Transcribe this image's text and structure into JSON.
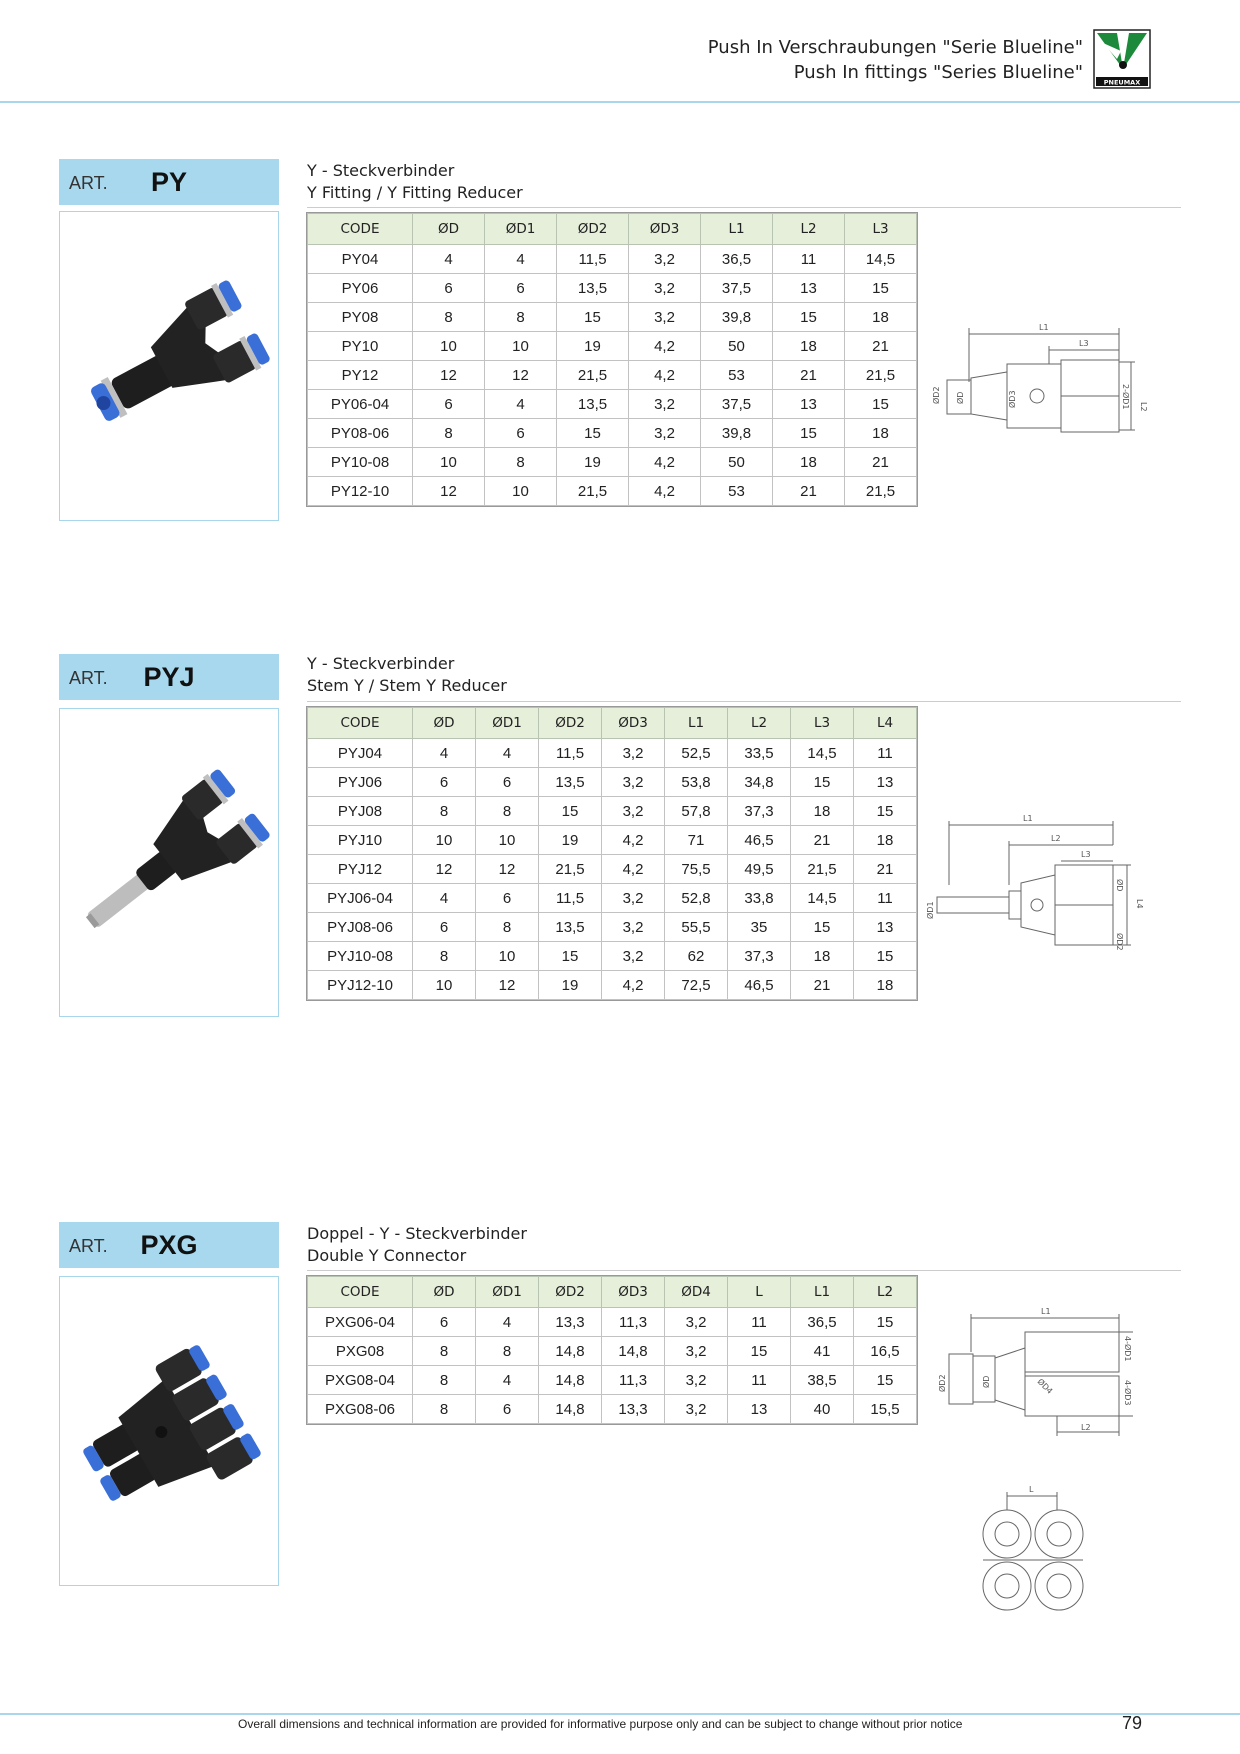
{
  "header": {
    "title_de": "Push In Verschraubungen \"Serie Blueline\"",
    "title_en": "Push In fittings \"Series Blueline\"",
    "logo_text": "PNEUMAX",
    "colors": {
      "accent": "#a7d8ee",
      "table_header": "#e6efd9",
      "part_blue": "#3a6fd8",
      "part_black": "#1e1e1e"
    }
  },
  "sections": [
    {
      "art_label": "ART.",
      "art_code": "PY",
      "title_de": "Y - Steckverbinder",
      "title_en": "Y Fitting / Y Fitting Reducer",
      "columns": [
        "CODE",
        "ØD",
        "ØD1",
        "ØD2",
        "ØD3",
        "L1",
        "L2",
        "L3"
      ],
      "rows": [
        [
          "PY04",
          "4",
          "4",
          "11,5",
          "3,2",
          "36,5",
          "11",
          "14,5"
        ],
        [
          "PY06",
          "6",
          "6",
          "13,5",
          "3,2",
          "37,5",
          "13",
          "15"
        ],
        [
          "PY08",
          "8",
          "8",
          "15",
          "3,2",
          "39,8",
          "15",
          "18"
        ],
        [
          "PY10",
          "10",
          "10",
          "19",
          "4,2",
          "50",
          "18",
          "21"
        ],
        [
          "PY12",
          "12",
          "12",
          "21,5",
          "4,2",
          "53",
          "21",
          "21,5"
        ],
        [
          "PY06-04",
          "6",
          "4",
          "13,5",
          "3,2",
          "37,5",
          "13",
          "15"
        ],
        [
          "PY08-06",
          "8",
          "6",
          "15",
          "3,2",
          "39,8",
          "15",
          "18"
        ],
        [
          "PY10-08",
          "10",
          "8",
          "19",
          "4,2",
          "50",
          "18",
          "21"
        ],
        [
          "PY12-10",
          "12",
          "10",
          "21,5",
          "4,2",
          "53",
          "21",
          "21,5"
        ]
      ],
      "drawing_labels": [
        "L1",
        "L3",
        "2-ØD1",
        "L2",
        "ØD2",
        "ØD",
        "ØD3"
      ]
    },
    {
      "art_label": "ART.",
      "art_code": "PYJ",
      "title_de": "Y - Steckverbinder",
      "title_en": "Stem Y / Stem Y Reducer",
      "columns": [
        "CODE",
        "ØD",
        "ØD1",
        "ØD2",
        "ØD3",
        "L1",
        "L2",
        "L3",
        "L4"
      ],
      "rows": [
        [
          "PYJ04",
          "4",
          "4",
          "11,5",
          "3,2",
          "52,5",
          "33,5",
          "14,5",
          "11"
        ],
        [
          "PYJ06",
          "6",
          "6",
          "13,5",
          "3,2",
          "53,8",
          "34,8",
          "15",
          "13"
        ],
        [
          "PYJ08",
          "8",
          "8",
          "15",
          "3,2",
          "57,8",
          "37,3",
          "18",
          "15"
        ],
        [
          "PYJ10",
          "10",
          "10",
          "19",
          "4,2",
          "71",
          "46,5",
          "21",
          "18"
        ],
        [
          "PYJ12",
          "12",
          "12",
          "21,5",
          "4,2",
          "75,5",
          "49,5",
          "21,5",
          "21"
        ],
        [
          "PYJ06-04",
          "4",
          "6",
          "11,5",
          "3,2",
          "52,8",
          "33,8",
          "14,5",
          "11"
        ],
        [
          "PYJ08-06",
          "6",
          "8",
          "13,5",
          "3,2",
          "55,5",
          "35",
          "15",
          "13"
        ],
        [
          "PYJ10-08",
          "8",
          "10",
          "15",
          "3,2",
          "62",
          "37,3",
          "18",
          "15"
        ],
        [
          "PYJ12-10",
          "10",
          "12",
          "19",
          "4,2",
          "72,5",
          "46,5",
          "21",
          "18"
        ]
      ],
      "drawing_labels": [
        "L1",
        "L2",
        "L3",
        "ØD1",
        "ØD",
        "L4",
        "ØD2"
      ]
    },
    {
      "art_label": "ART.",
      "art_code": "PXG",
      "title_de": "Doppel - Y - Steckverbinder",
      "title_en": "Double Y Connector",
      "columns": [
        "CODE",
        "ØD",
        "ØD1",
        "ØD2",
        "ØD3",
        "ØD4",
        "L",
        "L1",
        "L2"
      ],
      "rows": [
        [
          "PXG06-04",
          "6",
          "4",
          "13,3",
          "11,3",
          "3,2",
          "11",
          "36,5",
          "15"
        ],
        [
          "PXG08",
          "8",
          "8",
          "14,8",
          "14,8",
          "3,2",
          "15",
          "41",
          "16,5"
        ],
        [
          "PXG08-04",
          "8",
          "4",
          "14,8",
          "11,3",
          "3,2",
          "11",
          "38,5",
          "15"
        ],
        [
          "PXG08-06",
          "8",
          "6",
          "14,8",
          "13,3",
          "3,2",
          "13",
          "40",
          "15,5"
        ]
      ],
      "drawing_labels": [
        "L1",
        "4-ØD1",
        "ØD2",
        "ØD",
        "ØD4",
        "4-ØD3",
        "L2",
        "L"
      ]
    }
  ],
  "footer": {
    "note": "Overall dimensions and technical information are provided for informative purpose only and can be subject to change without prior notice",
    "page_number": "79"
  }
}
